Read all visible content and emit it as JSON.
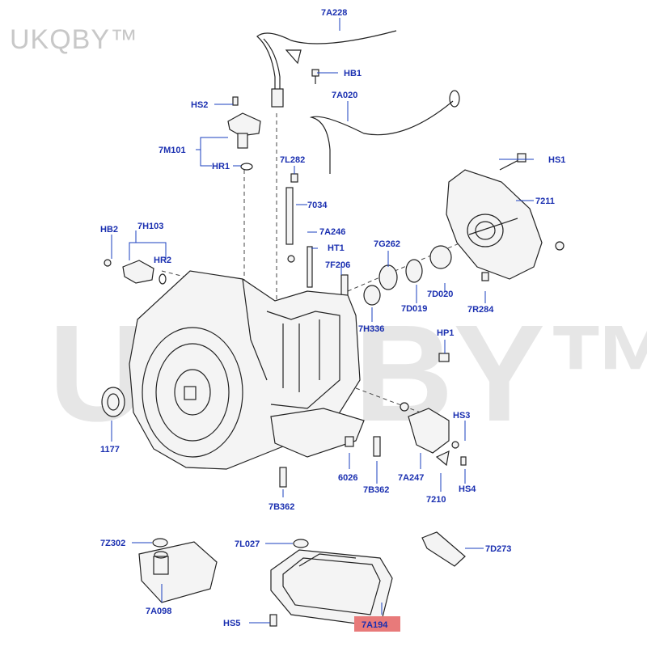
{
  "brand": "UKQBY™",
  "watermark": "UKQBY™",
  "colors": {
    "label": "#1a2fb0",
    "highlight": "#e87a7a",
    "line": "#222222"
  },
  "labels": {
    "7A228": "7A228",
    "HB1": "HB1",
    "7A020": "7A020",
    "HS2": "HS2",
    "7M101": "7M101",
    "HR1": "HR1",
    "7L282": "7L282",
    "HS1": "HS1",
    "7211": "7211",
    "7034": "7034",
    "HB2": "HB2",
    "7H103": "7H103",
    "HR2": "HR2",
    "7A246": "7A246",
    "HT1": "HT1",
    "7G262": "7G262",
    "7F206": "7F206",
    "7D020": "7D020",
    "7D019": "7D019",
    "7R284": "7R284",
    "7H336": "7H336",
    "HP1": "HP1",
    "HS3": "HS3",
    "1177": "1177",
    "6026": "6026",
    "7A247": "7A247",
    "HS4": "HS4",
    "7B362a": "7B362",
    "7B362b": "7B362",
    "7210": "7210",
    "7Z302": "7Z302",
    "7L027": "7L027",
    "7D273": "7D273",
    "7A098": "7A098",
    "HS5": "HS5",
    "7A194": "7A194"
  }
}
